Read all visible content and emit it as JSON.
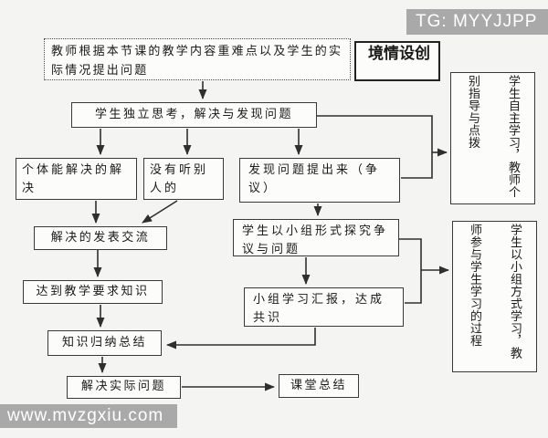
{
  "watermarks": {
    "top": "TG: MYYJJPP",
    "bottom": "www.mvzgxiu.com"
  },
  "flowchart": {
    "teacher_problem": "教师根据本节课的教学内容重难点以及学生的实际情况提出问题",
    "situation": {
      "left_col": "情境",
      "right_col": "创设"
    },
    "independent_think": "学生独立思考，解决与发现问题",
    "individual_solve": "个体能解决的解决",
    "listen_others": "没有听别人的",
    "discover_issue": "发现问题提出来（争议）",
    "share_exchange": "解决的发表交流",
    "reach_requirement": "达到教学要求知识",
    "knowledge_summary": "知识归纳总结",
    "solve_practical": "解决实际问题",
    "class_summary": "课堂总结",
    "group_explore": "学生以小组形式探究争议与问题",
    "group_report": "小组学习汇报，达成共识",
    "side_note_top": "学生自主学习，教师个别指导与点拨",
    "side_note_bottom": "学生以小组方式学习，教师参与学生学习的过程"
  },
  "colors": {
    "line": "#2f2f2f",
    "watermark_bar": "#a9a9a9",
    "background": "#f4f4f2"
  }
}
